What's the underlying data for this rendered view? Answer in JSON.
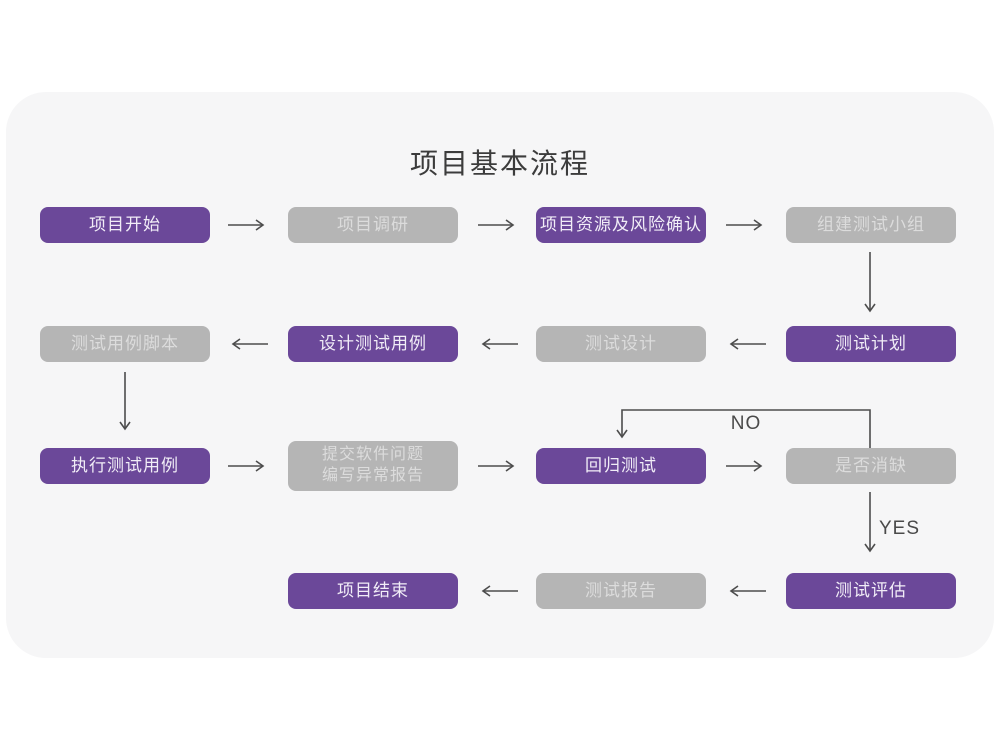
{
  "title": "项目基本流程",
  "colors": {
    "accent_purple": "#6B4899",
    "node_gray": "#B5B5B5",
    "node_purple_text": "#F1EDF7",
    "node_gray_text": "#DCDCDC",
    "card_background": "#F6F6F7",
    "arrow": "#4D4D4D"
  },
  "flowchart": {
    "nodes": [
      {
        "id": "project-start",
        "label": "项目开始",
        "variant": "purple"
      },
      {
        "id": "project-research",
        "label": "项目调研",
        "variant": "gray"
      },
      {
        "id": "resources-risk-confirm",
        "label": "项目资源及风险确认",
        "variant": "purple"
      },
      {
        "id": "build-test-team",
        "label": "组建测试小组",
        "variant": "gray"
      },
      {
        "id": "test-plan",
        "label": "测试计划",
        "variant": "purple"
      },
      {
        "id": "test-design",
        "label": "测试设计",
        "variant": "gray"
      },
      {
        "id": "design-test-cases",
        "label": "设计测试用例",
        "variant": "purple"
      },
      {
        "id": "test-case-script",
        "label": "测试用例脚本",
        "variant": "gray"
      },
      {
        "id": "execute-test-cases",
        "label": "执行测试用例",
        "variant": "purple"
      },
      {
        "id": "submit-issues-report",
        "label": "提交软件问题\n编写异常报告",
        "variant": "gray"
      },
      {
        "id": "regression-test",
        "label": "回归测试",
        "variant": "purple"
      },
      {
        "id": "defect-cleared",
        "label": "是否消缺",
        "variant": "gray"
      },
      {
        "id": "test-evaluation",
        "label": "测试评估",
        "variant": "purple"
      },
      {
        "id": "test-report",
        "label": "测试报告",
        "variant": "gray"
      },
      {
        "id": "project-end",
        "label": "项目结束",
        "variant": "purple"
      }
    ],
    "decision_labels": {
      "no": "NO",
      "yes": "YES"
    }
  }
}
